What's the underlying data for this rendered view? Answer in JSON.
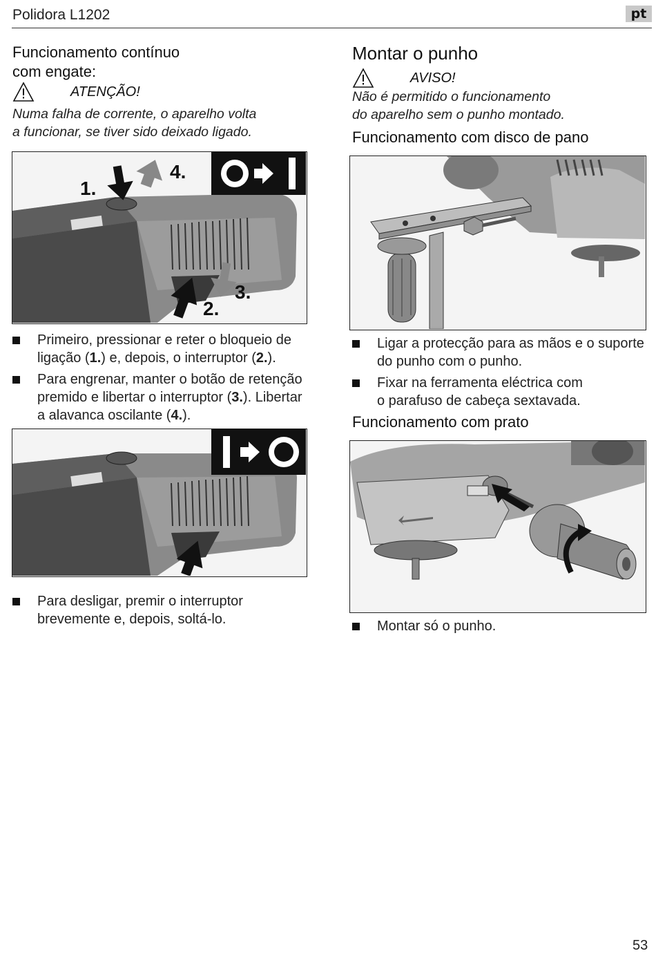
{
  "header": {
    "title": "Polidora L1202",
    "lang": "pt"
  },
  "left": {
    "heading_line1": "Funcionamento contínuo",
    "heading_line2": "com engate:",
    "warning_label": "ATENÇÃO!",
    "warning_line1": "Numa falha de corrente, o aparelho volta",
    "warning_line2": "a funcionar, se tiver sido deixado ligado.",
    "fig1_labels": {
      "step1": "1.",
      "step2": "2.",
      "step3": "3.",
      "step4": "4."
    },
    "bullets1": [
      {
        "p1": "Primeiro, pressionar e reter o bloqueio de",
        "p2": "ligação (",
        "b1": "1.",
        "p3": ") e, depois, o interruptor (",
        "b2": "2.",
        "p4": ")."
      },
      {
        "p1": "Para engrenar, manter o botão de retenção",
        "p2": "premido e libertar o interruptor (",
        "b1": "3.",
        "p3": "). Libertar",
        "p4": "a alavanca oscilante (",
        "b2": "4.",
        "p5": ")."
      }
    ],
    "bullet2_line1": "Para desligar, premir o interruptor",
    "bullet2_line2": "brevemente e, depois, soltá-lo."
  },
  "right": {
    "heading": "Montar o punho",
    "warning_label": "AVISO!",
    "warning_line1": "Não é permitido o funcionamento",
    "warning_line2": "do aparelho sem o punho montado.",
    "sub1": "Funcionamento com disco de pano",
    "bullets1": [
      {
        "l1": "Ligar a protecção para as mãos e o suporte",
        "l2": "do punho com o punho."
      },
      {
        "l1": "Fixar na ferramenta eléctrica com",
        "l2": "o parafuso de cabeça sextavada."
      }
    ],
    "sub2": "Funcionamento com prato",
    "bullet3": "Montar só o punho."
  },
  "page_number": "53"
}
